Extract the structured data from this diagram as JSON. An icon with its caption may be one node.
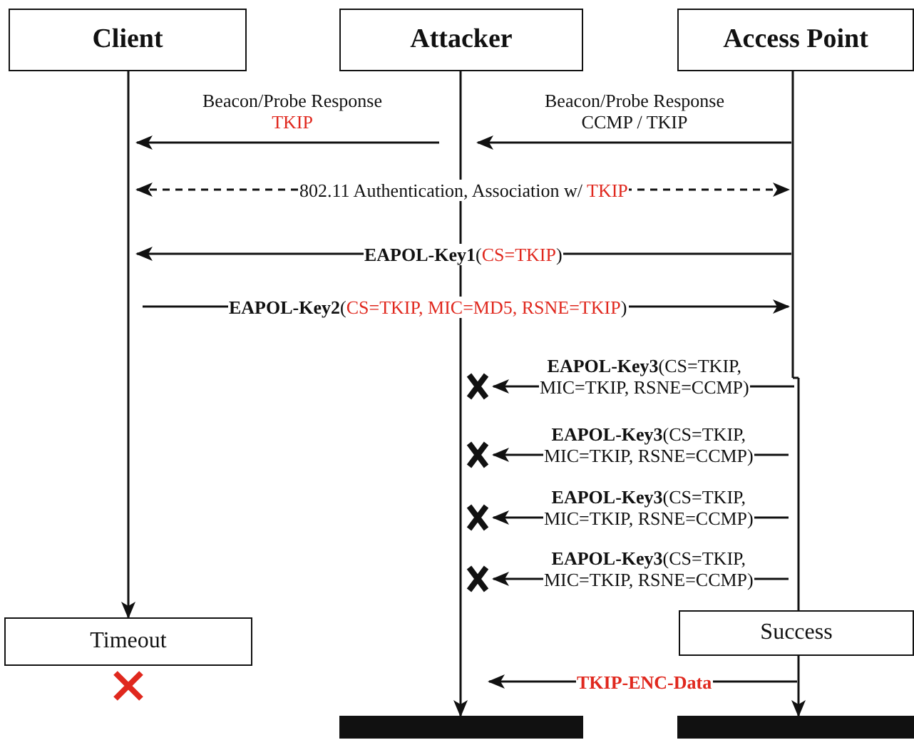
{
  "diagram": {
    "nodes": [
      {
        "text": [
          "Client"
        ]
      },
      {
        "text": [
          "Attacker"
        ]
      },
      {
        "text": [
          "Access Point"
        ]
      },
      {
        "text": [
          "Timeout"
        ]
      },
      {
        "text": [
          "Success"
        ]
      },
      {
        "text": [],
        "shape": "bar"
      },
      {
        "text": [],
        "shape": "bar"
      },
      {
        "text": [],
        "shape": "cross"
      },
      {
        "text": [],
        "shape": "cross"
      },
      {
        "text": [],
        "shape": "cross"
      },
      {
        "text": [],
        "shape": "cross"
      }
    ],
    "edges": [
      {
        "from": 0,
        "to": 3,
        "arrow": "to"
      },
      {
        "from": 1,
        "to": 5,
        "arrow": "to"
      },
      {
        "from": 2,
        "to": 4,
        "arrow": "none"
      },
      {
        "from": 4,
        "to": 6,
        "arrow": "to"
      },
      {
        "from": 1,
        "to": 0,
        "arrow": "to",
        "label": "Beacon/Probe Response TKIP"
      },
      {
        "from": 2,
        "to": 1,
        "arrow": "to",
        "label": "Beacon/Probe Response CCMP / TKIP"
      },
      {
        "from": 0,
        "to": 2,
        "arrow": "both",
        "style": "dashed",
        "label": "802.11 Authentication, Association w/ TKIP"
      },
      {
        "from": 2,
        "to": 0,
        "arrow": "to",
        "label": "**EAPOL-Key1**(CS=TKIP)"
      },
      {
        "from": 0,
        "to": 2,
        "arrow": "to",
        "label": "**EAPOL-Key2**(CS=TKIP, MIC=MD5, RSNE=TKIP)"
      },
      {
        "from": 2,
        "to": 7,
        "arrow": "to",
        "label": "**EAPOL-Key3**(CS=TKIP, MIC=TKIP, RSNE=CCMP)"
      },
      {
        "from": 2,
        "to": 8,
        "arrow": "to",
        "label": "**EAPOL-Key3**(CS=TKIP, MIC=TKIP, RSNE=CCMP)"
      },
      {
        "from": 2,
        "to": 9,
        "arrow": "to",
        "label": "**EAPOL-Key3**(CS=TKIP, MIC=TKIP, RSNE=CCMP)"
      },
      {
        "from": 2,
        "to": 10,
        "arrow": "to",
        "label": "**EAPOL-Key3**(CS=TKIP, MIC=TKIP, RSNE=CCMP)"
      },
      {
        "from": 4,
        "to": 5,
        "arrow": "to",
        "label": "TKIP-ENC-Data"
      }
    ]
  }
}
